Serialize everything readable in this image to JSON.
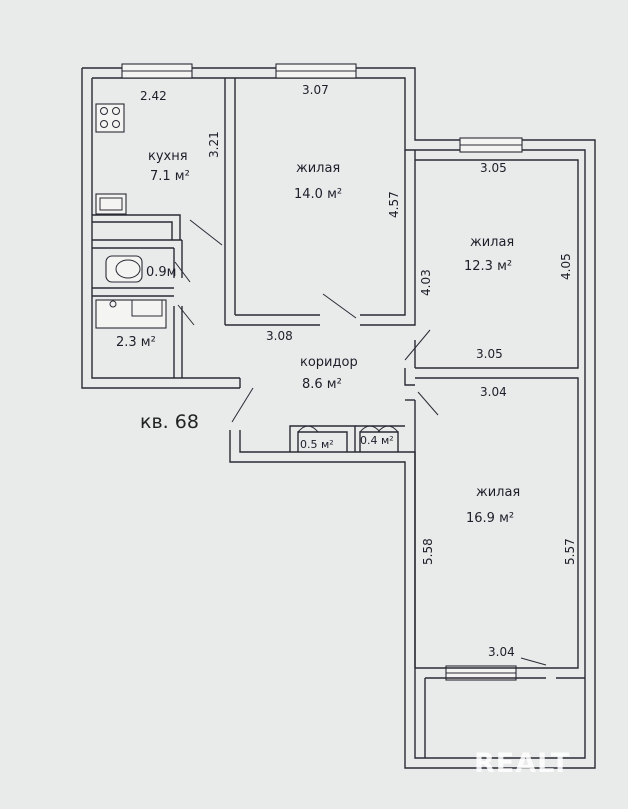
{
  "apartment": "кв. 68",
  "watermark": "REALT",
  "rooms": {
    "kitchen": {
      "name": "кухня",
      "area": "7.1 м²",
      "width": "2.42",
      "depth": "3.21"
    },
    "living1": {
      "name": "жилая",
      "area": "14.0 м²",
      "width_top": "3.07",
      "depth": "4.57",
      "width_bottom": "3.08"
    },
    "living2": {
      "name": "жилая",
      "area": "12.3 м²",
      "width_top": "3.05",
      "depth_left": "4.03",
      "depth_right": "4.05",
      "width_bottom": "3.05"
    },
    "living3": {
      "name": "жилая",
      "area": "16.9 м²",
      "width_top": "3.04",
      "depth_left": "5.58",
      "depth_right": "5.57",
      "width_bottom": "3.04"
    },
    "corridor": {
      "name": "коридор",
      "area": "8.6 м²"
    },
    "wc": {
      "area": "0.9м"
    },
    "bath": {
      "area": "2.3 м²"
    },
    "closet1": {
      "area": "0.5 м²"
    },
    "closet2": {
      "area": "0.4 м²"
    }
  }
}
